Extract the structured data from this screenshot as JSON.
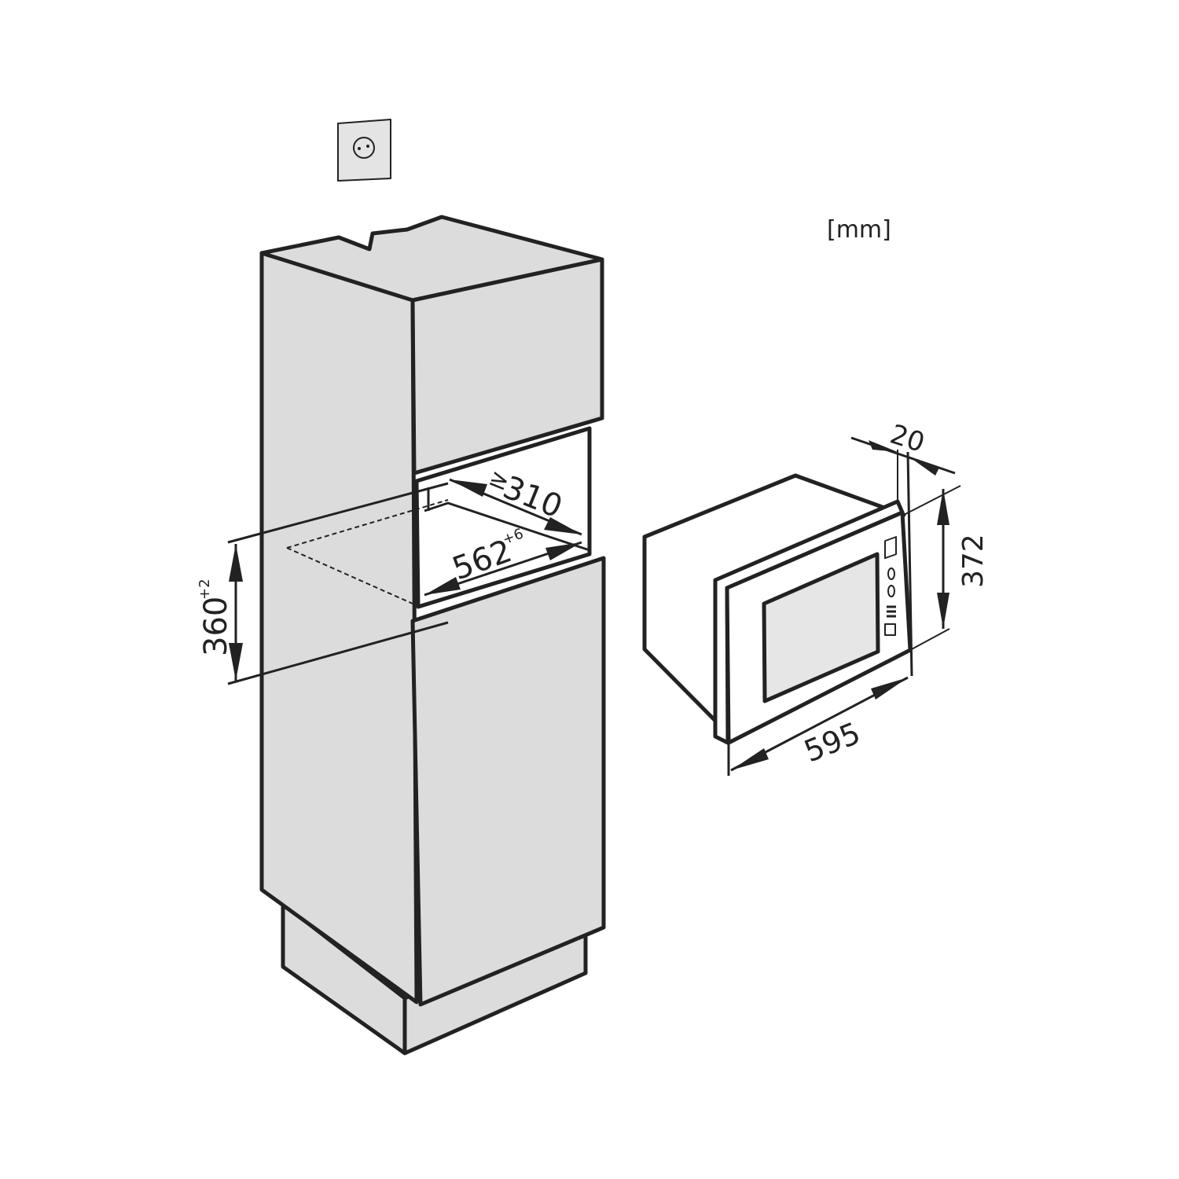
{
  "units_label": "[mm]",
  "niche": {
    "depth_label": "310",
    "depth_prefix": "≥",
    "width_label": "562",
    "width_tolerance": "+6",
    "height_label": "360",
    "height_tolerance": "+2"
  },
  "appliance": {
    "frame_depth_label": "20",
    "height_label": "372",
    "width_label": "595"
  },
  "colors": {
    "cabinet": "#dcdcdc",
    "outline": "#222222",
    "window": "#e6e6e6"
  }
}
